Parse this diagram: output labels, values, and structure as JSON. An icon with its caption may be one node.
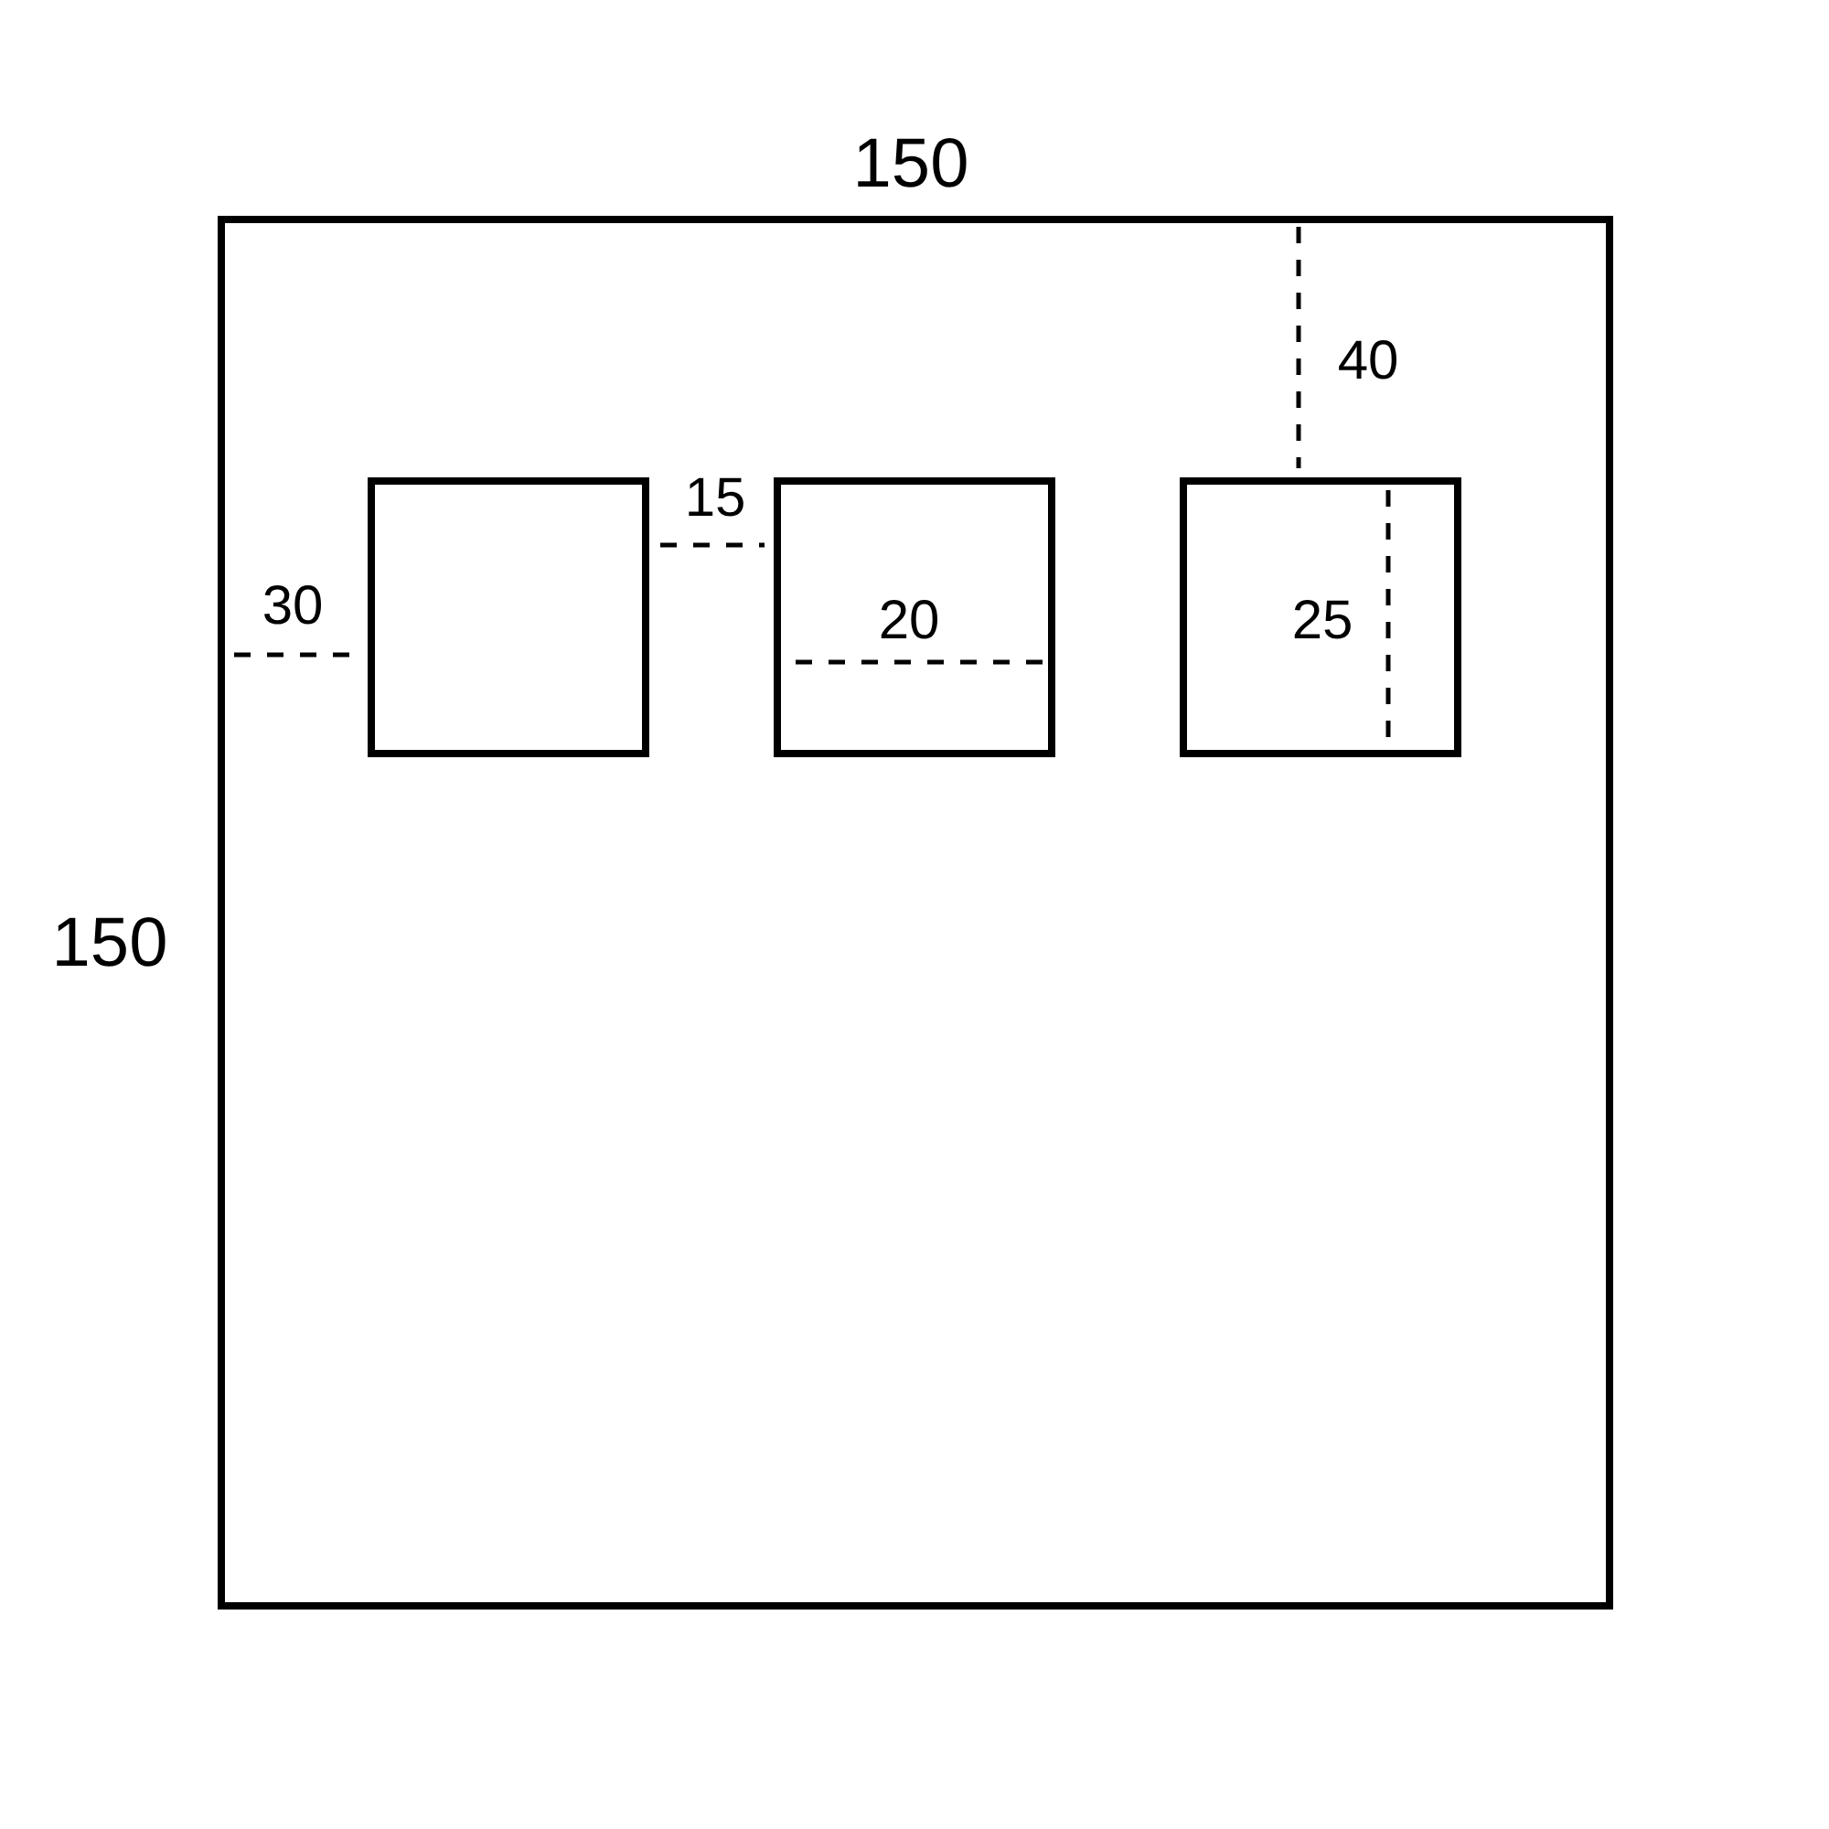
{
  "diagram": {
    "nodes": [
      {
        "text": [],
        "shape": "box"
      },
      {
        "text": [],
        "shape": "box",
        "in": 0
      },
      {
        "text": [],
        "shape": "box",
        "in": 0
      },
      {
        "text": [],
        "shape": "box",
        "in": 0
      }
    ],
    "labels": [
      "150",
      "40",
      "15",
      "30",
      "20",
      "25",
      "150"
    ]
  }
}
